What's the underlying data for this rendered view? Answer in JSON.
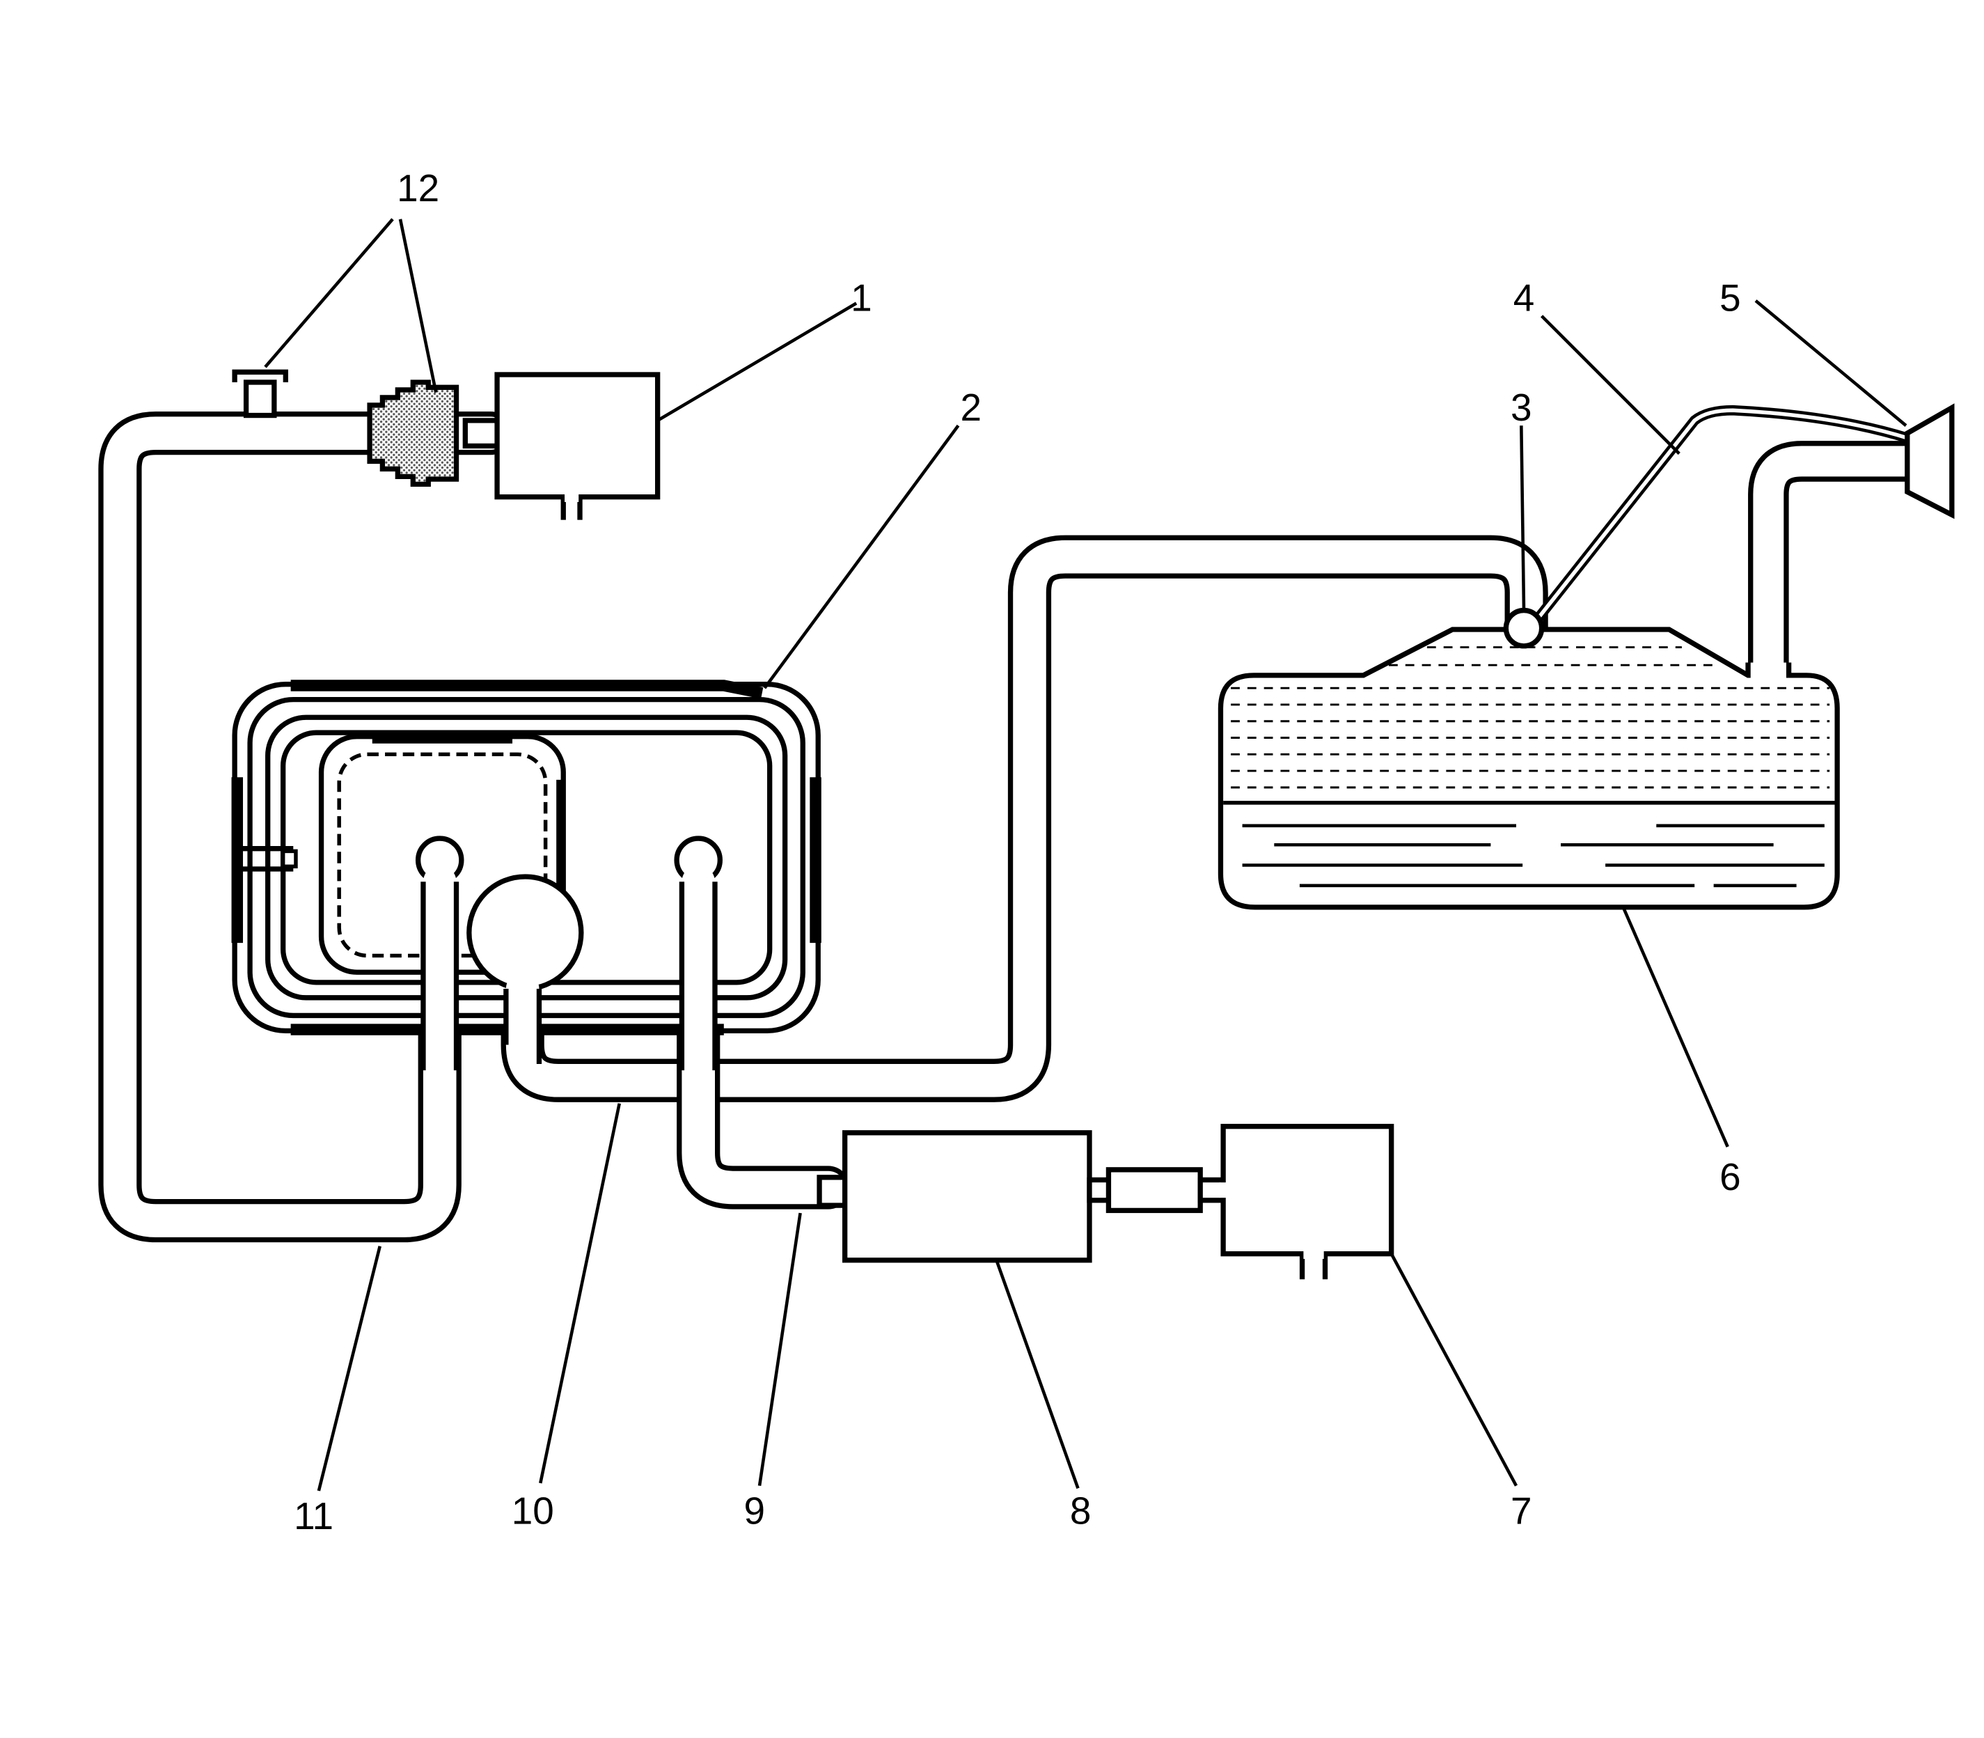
{
  "diagram": {
    "callouts": [
      {
        "id": "1",
        "label": "1"
      },
      {
        "id": "2",
        "label": "2"
      },
      {
        "id": "3",
        "label": "3"
      },
      {
        "id": "4",
        "label": "4"
      },
      {
        "id": "5",
        "label": "5"
      },
      {
        "id": "6",
        "label": "6"
      },
      {
        "id": "7",
        "label": "7"
      },
      {
        "id": "8",
        "label": "8"
      },
      {
        "id": "9",
        "label": "9"
      },
      {
        "id": "10",
        "label": "10"
      },
      {
        "id": "11",
        "label": "11"
      },
      {
        "id": "12",
        "label": "12"
      }
    ],
    "colors": {
      "line": "#000000",
      "background": "#ffffff",
      "filter_fill": "#c8c8c8"
    }
  }
}
